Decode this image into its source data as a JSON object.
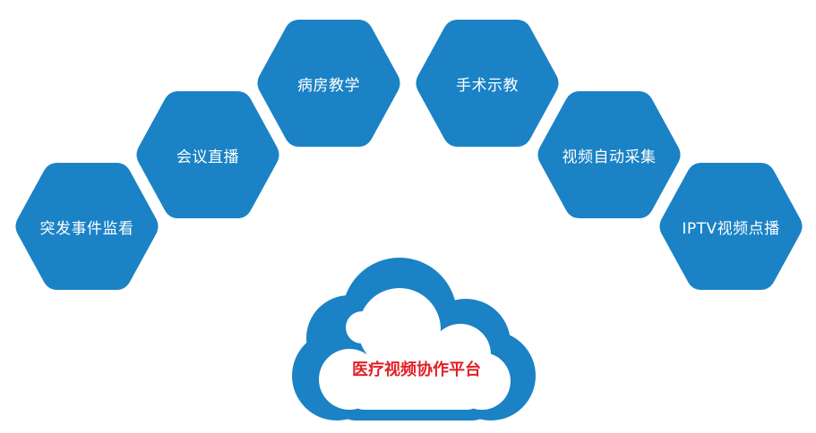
{
  "colors": {
    "hex_fill": "#1a82c5",
    "cloud_fill": "#1a82c5",
    "cloud_inner": "#ffffff",
    "center_text": "#e21f26"
  },
  "nodes": [
    {
      "label": "突发事件监看"
    },
    {
      "label": "会议直播"
    },
    {
      "label": "病房教学"
    },
    {
      "label": "手术示教"
    },
    {
      "label": "视频自动采集"
    },
    {
      "label": "IPTV视频点播"
    }
  ],
  "center": {
    "label": "医疗视频协作平台"
  }
}
